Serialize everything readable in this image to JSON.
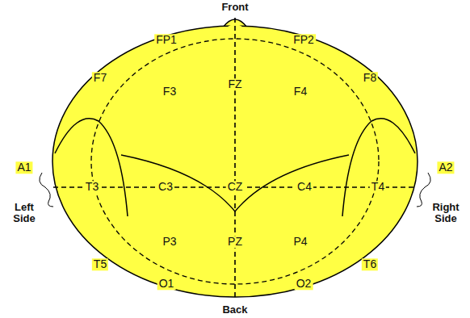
{
  "diagram": {
    "labels": [
      "Front",
      "FP1",
      "FP2",
      "F7",
      "F3",
      "FZ",
      "F4",
      "F8",
      "A1",
      "T3",
      "C3",
      "CZ",
      "C4",
      "T4",
      "A2",
      "Left Side",
      "Right Side",
      "P3",
      "PZ",
      "P4",
      "T5",
      "T6",
      "O1",
      "O2",
      "Back"
    ]
  }
}
